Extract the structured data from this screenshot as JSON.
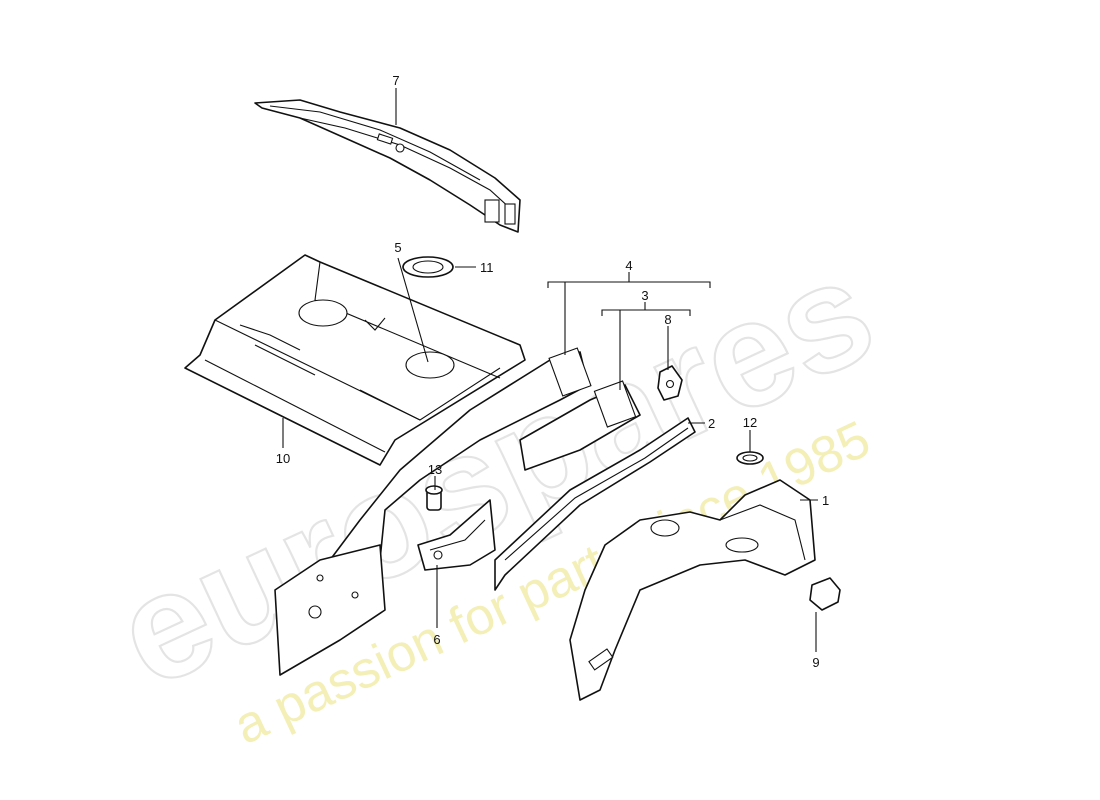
{
  "watermark": {
    "logo_text": "eurospares",
    "tagline": "a passion for parts since 1985"
  },
  "callouts": [
    {
      "id": "1",
      "label": "1"
    },
    {
      "id": "2",
      "label": "2"
    },
    {
      "id": "3",
      "label": "3"
    },
    {
      "id": "4",
      "label": "4"
    },
    {
      "id": "5",
      "label": "5"
    },
    {
      "id": "6",
      "label": "6"
    },
    {
      "id": "7",
      "label": "7"
    },
    {
      "id": "8",
      "label": "8"
    },
    {
      "id": "9",
      "label": "9"
    },
    {
      "id": "10",
      "label": "10"
    },
    {
      "id": "11",
      "label": "11"
    },
    {
      "id": "12",
      "label": "12"
    },
    {
      "id": "13",
      "label": "13"
    }
  ]
}
